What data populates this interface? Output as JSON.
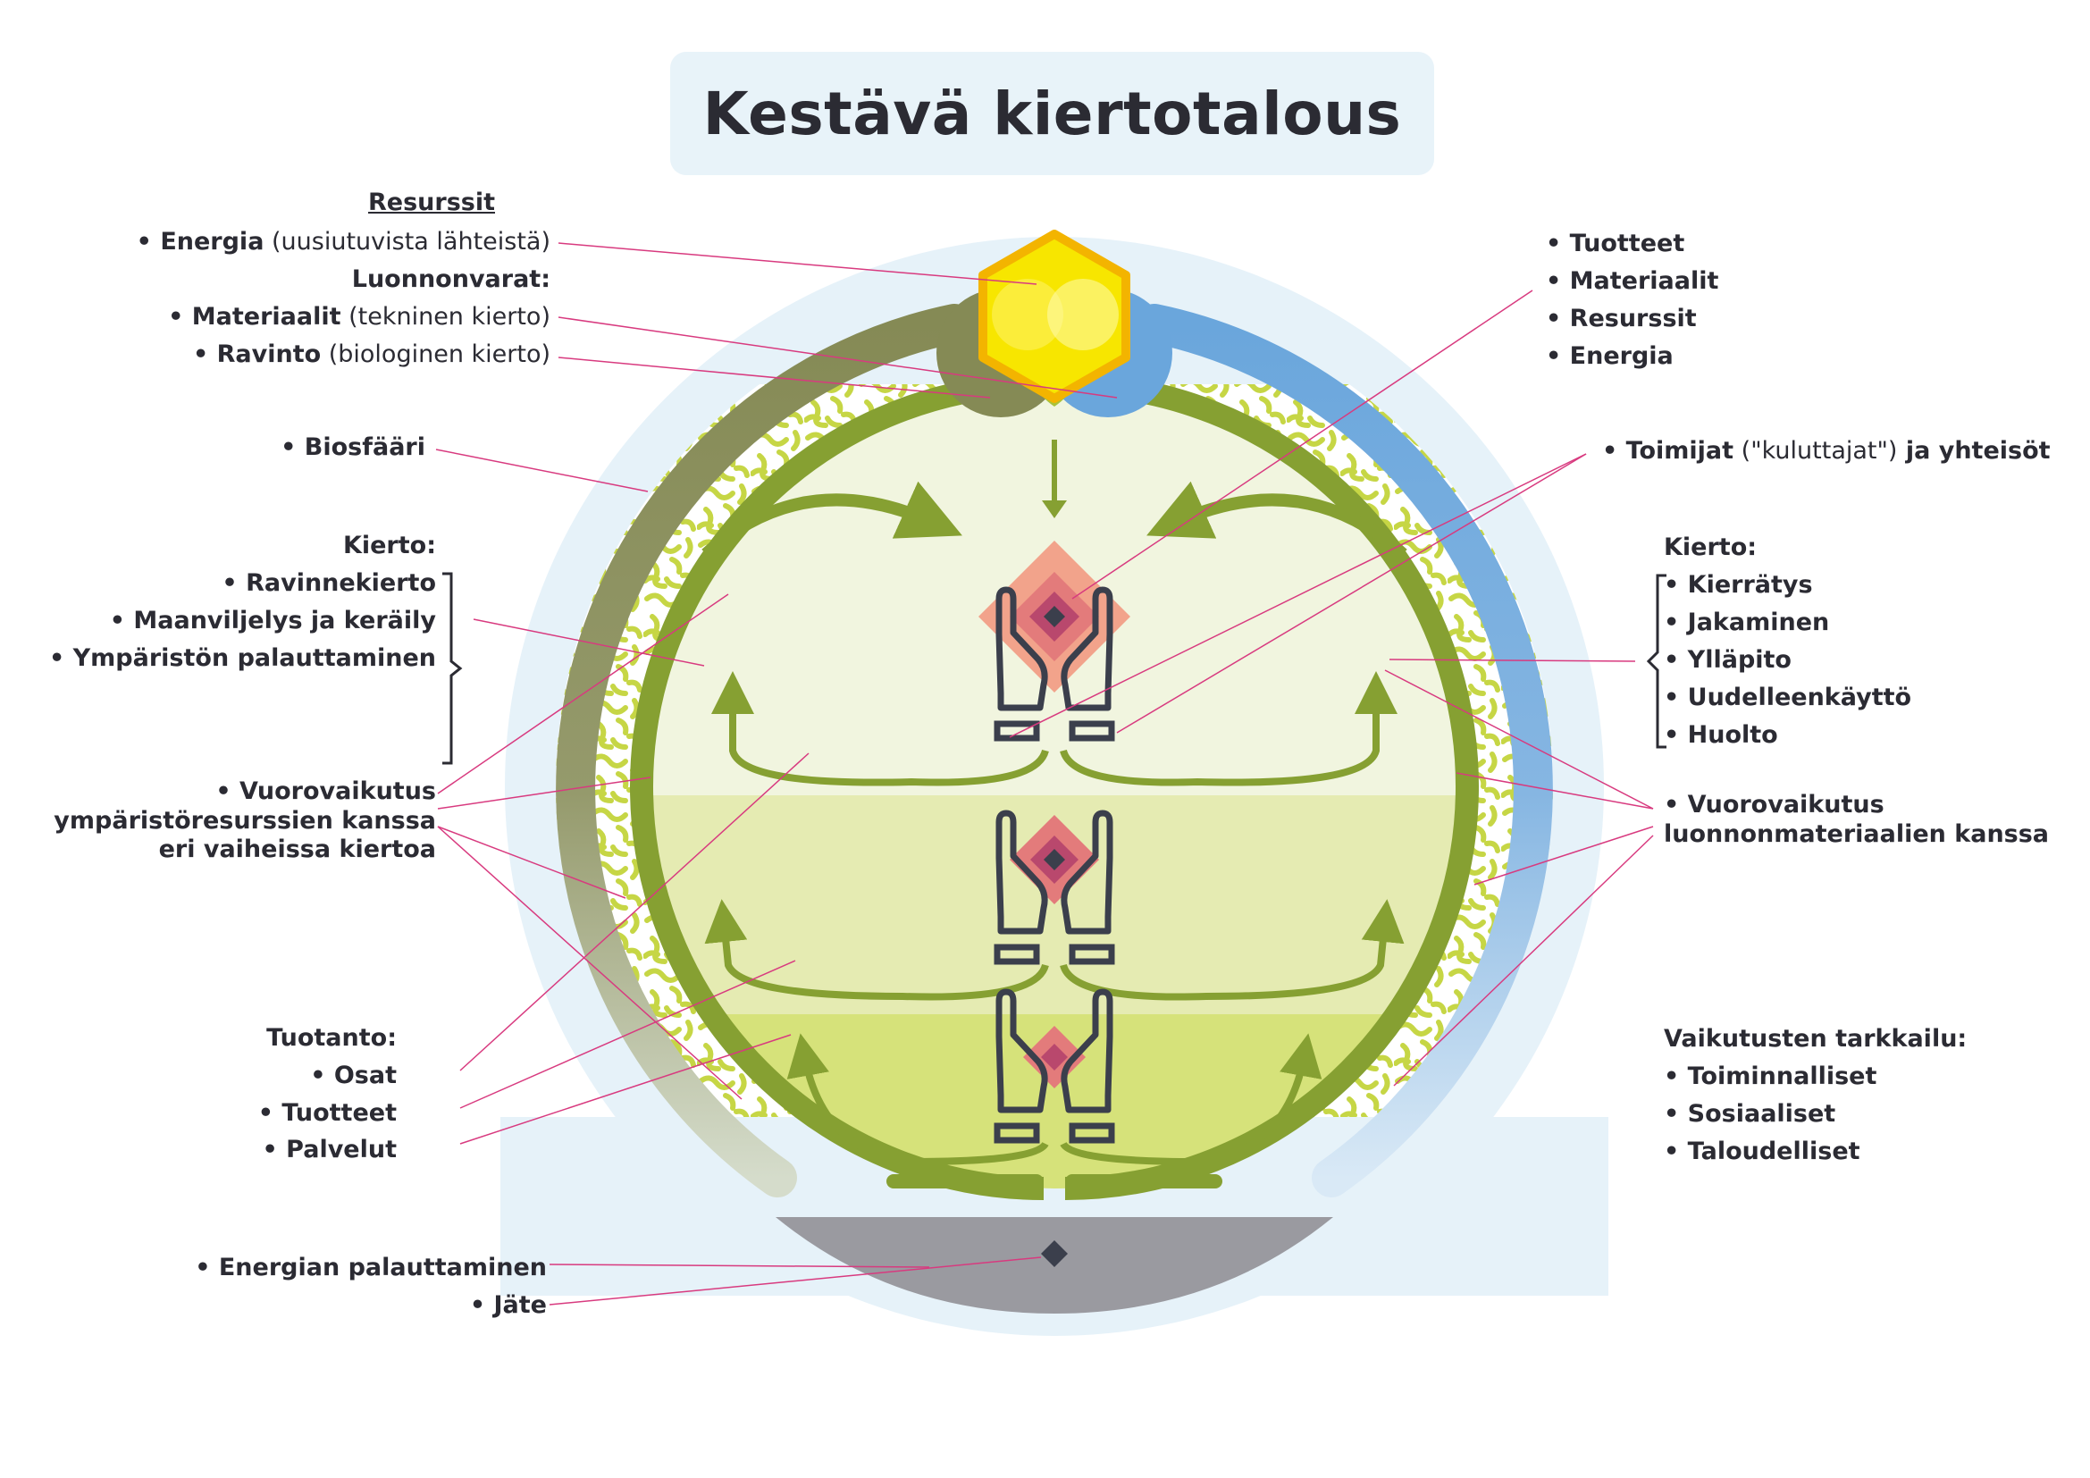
{
  "title": "Kestävä kiertotalous",
  "left": {
    "resources_header": "Resurssit",
    "energy_bold": "• Energia",
    "energy_rest": " (uusiutuvista lähteistä)",
    "natural_header": "Luonnonvarat:",
    "materials_bold": "• Materiaalit",
    "materials_rest": " (tekninen kierto)",
    "food_bold": "• Ravinto",
    "food_rest": " (biologinen kierto)",
    "biosphere": "• Biosfääri",
    "cycle_header": "Kierto:",
    "cycle_items": [
      "• Ravinnekierto",
      "• Maanviljelys ja keräily",
      "• Ympäristön palauttaminen"
    ],
    "interaction_lines": [
      "• Vuorovaikutus",
      "ympäristöresurssien kanssa",
      "eri vaiheissa kiertoa"
    ],
    "production_header": "Tuotanto:",
    "production_items": [
      "• Osat",
      "• Tuotteet",
      "• Palvelut"
    ],
    "energy_recovery": "• Energian palauttaminen",
    "waste": "• Jäte"
  },
  "right": {
    "flows": [
      "• Tuotteet",
      "• Materiaalit",
      "• Resurssit",
      "• Energia"
    ],
    "actors_bold": "• Toimijat",
    "actors_normal": " (\"kuluttajat\")",
    "actors_end": " ja yhteisöt",
    "cycle_header": "Kierto:",
    "cycle_items": [
      "• Kierrätys",
      "• Jakaminen",
      "• Ylläpito",
      "• Uudelleenkäyttö",
      "• Huolto"
    ],
    "interaction_lines": [
      "• Vuorovaikutus",
      "luonnonmateriaalien kanssa"
    ],
    "monitoring_header": "Vaikutusten tarkkailu:",
    "monitoring_items": [
      "• Toiminnalliset",
      "• Sosiaaliset",
      "• Taloudelliset"
    ]
  },
  "colors": {
    "olive": "#8a8f5a",
    "blue": "#6aa6dc",
    "pale_blue": "#e6f2f9",
    "green": "#86a032",
    "lime": "#c8d84a",
    "light_green": "#f1f5df",
    "mid_green": "#e5ebb2",
    "deep_green": "#d6e27a",
    "gray": "#9a9aa0",
    "dark": "#3b3f4c",
    "pink_line": "#d83a7f",
    "hex_yellow": "#f7e600"
  }
}
